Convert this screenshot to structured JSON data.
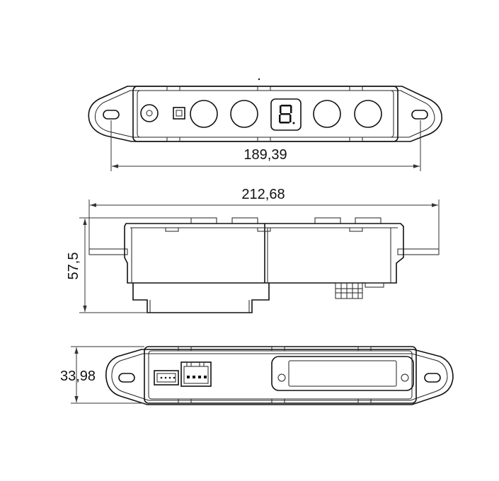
{
  "dimensions": {
    "top_view_mount_spacing": "189,39",
    "front_view_overall_width": "212,68",
    "front_view_height": "57,5",
    "bottom_view_depth": "33,98"
  },
  "colors": {
    "line": "#111111",
    "background": "#ffffff"
  },
  "icons": {
    "display": "seven-segment-display-icon",
    "buttons": "round-button-icon",
    "mount_hole": "slot-hole-icon"
  }
}
